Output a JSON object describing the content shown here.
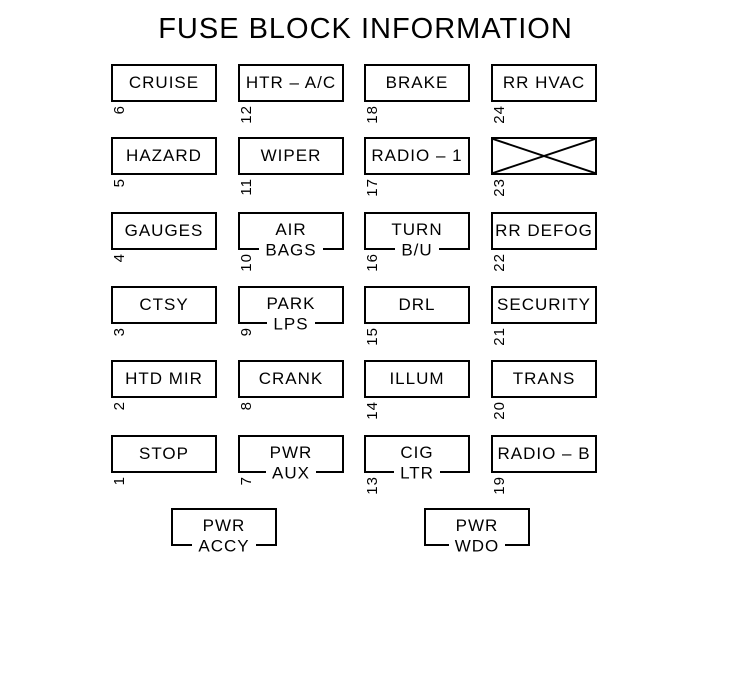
{
  "title": "FUSE BLOCK INFORMATION",
  "colors": {
    "ink": "#000000",
    "background": "#ffffff"
  },
  "grid": {
    "columns": 4,
    "rows": 6
  },
  "fuses": [
    {
      "number": "6",
      "lines": [
        "CRUISE"
      ],
      "crossed": false,
      "row": 1,
      "col": 1
    },
    {
      "number": "12",
      "lines": [
        "HTR – A/C"
      ],
      "crossed": false,
      "row": 1,
      "col": 2
    },
    {
      "number": "18",
      "lines": [
        "BRAKE"
      ],
      "crossed": false,
      "row": 1,
      "col": 3
    },
    {
      "number": "24",
      "lines": [
        "RR HVAC"
      ],
      "crossed": false,
      "row": 1,
      "col": 4
    },
    {
      "number": "5",
      "lines": [
        "HAZARD"
      ],
      "crossed": false,
      "row": 2,
      "col": 1
    },
    {
      "number": "11",
      "lines": [
        "WIPER"
      ],
      "crossed": false,
      "row": 2,
      "col": 2
    },
    {
      "number": "17",
      "lines": [
        "RADIO – 1"
      ],
      "crossed": false,
      "row": 2,
      "col": 3
    },
    {
      "number": "23",
      "lines": [],
      "crossed": true,
      "row": 2,
      "col": 4
    },
    {
      "number": "4",
      "lines": [
        "GAUGES"
      ],
      "crossed": false,
      "row": 3,
      "col": 1
    },
    {
      "number": "10",
      "lines": [
        "AIR",
        "BAGS"
      ],
      "crossed": false,
      "row": 3,
      "col": 2
    },
    {
      "number": "16",
      "lines": [
        "TURN",
        "B/U"
      ],
      "crossed": false,
      "row": 3,
      "col": 3
    },
    {
      "number": "22",
      "lines": [
        "RR DEFOG"
      ],
      "crossed": false,
      "row": 3,
      "col": 4
    },
    {
      "number": "3",
      "lines": [
        "CTSY"
      ],
      "crossed": false,
      "row": 4,
      "col": 1
    },
    {
      "number": "9",
      "lines": [
        "PARK",
        "LPS"
      ],
      "crossed": false,
      "row": 4,
      "col": 2
    },
    {
      "number": "15",
      "lines": [
        "DRL"
      ],
      "crossed": false,
      "row": 4,
      "col": 3
    },
    {
      "number": "21",
      "lines": [
        "SECURITY"
      ],
      "crossed": false,
      "row": 4,
      "col": 4
    },
    {
      "number": "2",
      "lines": [
        "HTD MIR"
      ],
      "crossed": false,
      "row": 5,
      "col": 1
    },
    {
      "number": "8",
      "lines": [
        "CRANK"
      ],
      "crossed": false,
      "row": 5,
      "col": 2
    },
    {
      "number": "14",
      "lines": [
        "ILLUM"
      ],
      "crossed": false,
      "row": 5,
      "col": 3
    },
    {
      "number": "20",
      "lines": [
        "TRANS"
      ],
      "crossed": false,
      "row": 5,
      "col": 4
    },
    {
      "number": "1",
      "lines": [
        "STOP"
      ],
      "crossed": false,
      "row": 6,
      "col": 1
    },
    {
      "number": "7",
      "lines": [
        "PWR",
        "AUX"
      ],
      "crossed": false,
      "row": 6,
      "col": 2
    },
    {
      "number": "13",
      "lines": [
        "CIG",
        "LTR"
      ],
      "crossed": false,
      "row": 6,
      "col": 3
    },
    {
      "number": "19",
      "lines": [
        "RADIO – B"
      ],
      "crossed": false,
      "row": 6,
      "col": 4
    }
  ],
  "unnumbered_fuses": [
    {
      "lines": [
        "PWR",
        "ACCY"
      ],
      "position": "bottom-left"
    },
    {
      "lines": [
        "PWR",
        "WDO"
      ],
      "position": "bottom-right"
    }
  ]
}
